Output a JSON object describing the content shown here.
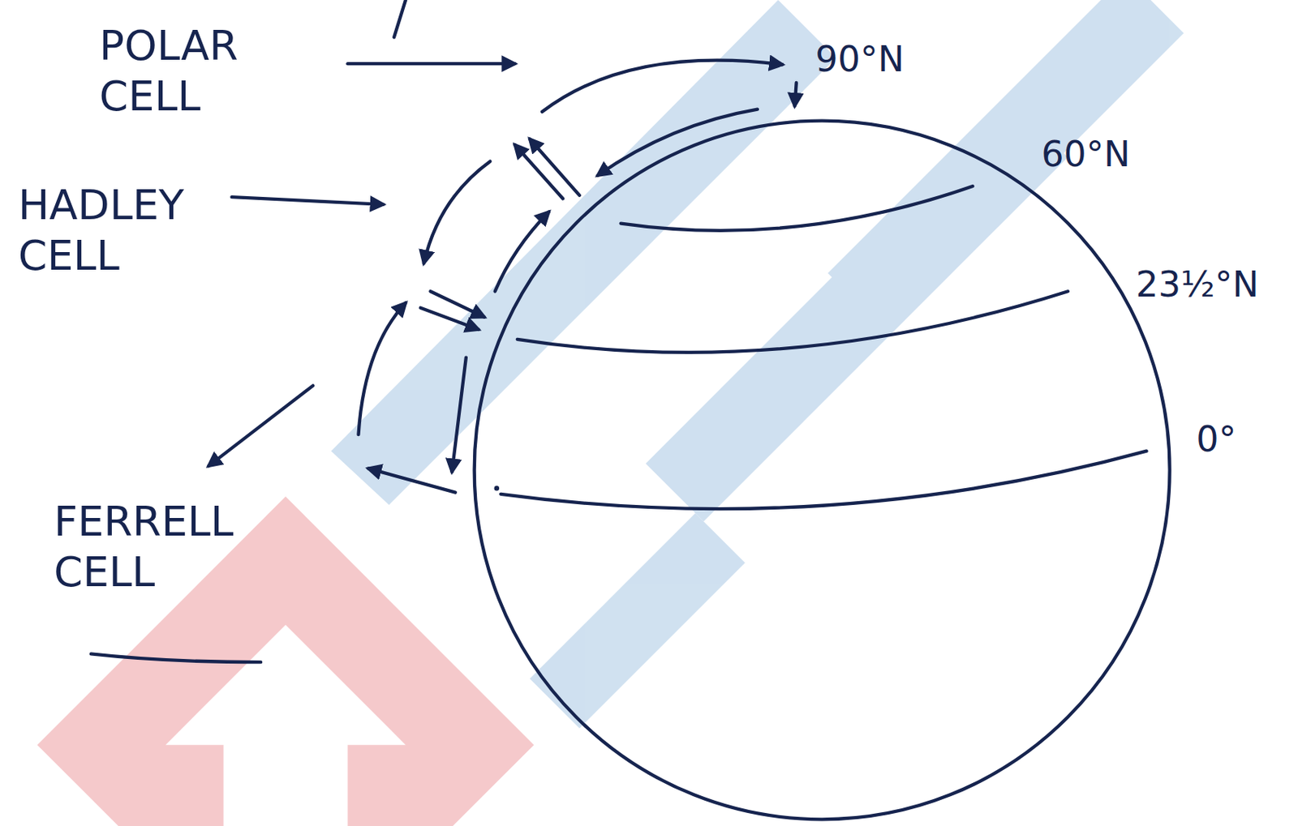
{
  "diagram": {
    "labels": [
      "POLAR CELL",
      "HADLEY CELL",
      "FERRELL CELL",
      "90°N",
      "60°N",
      "23½°N",
      "0°"
    ]
  }
}
